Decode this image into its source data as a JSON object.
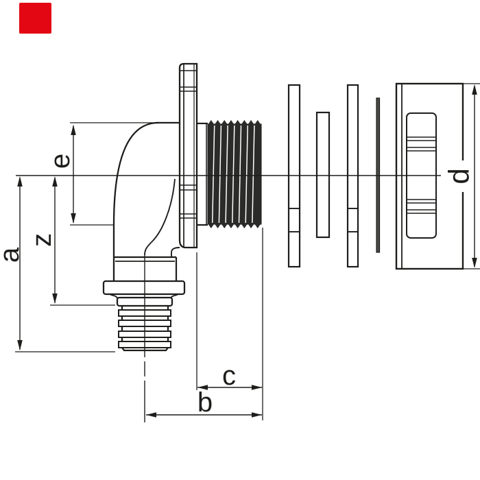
{
  "figure": {
    "type": "technical-line-drawing",
    "subject": "90-degree elbow fitting with male thread, flange, ribbed spigot, washers and backnut (exploded side view)"
  },
  "colors": {
    "background": "#ffffff",
    "line": "#1d1d1b",
    "logo_red": "#e30613"
  },
  "logo": {
    "shape": "red-square"
  },
  "dimension_labels": {
    "a": "a",
    "b": "b",
    "c": "c",
    "d": "d",
    "e": "e",
    "z": "z"
  }
}
